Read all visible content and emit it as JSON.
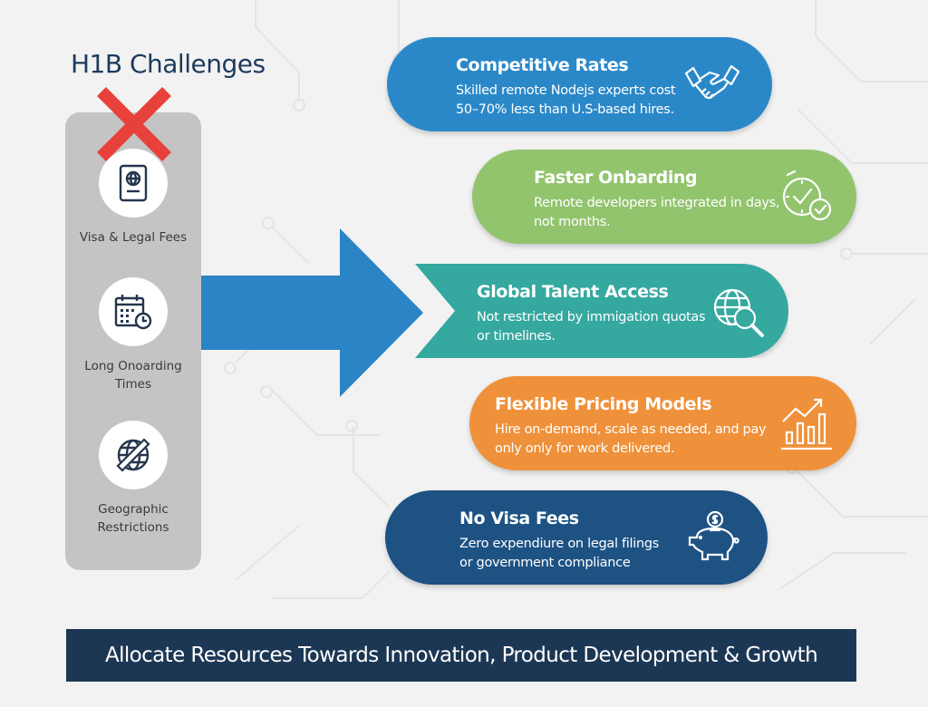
{
  "title": "H1B Challenges",
  "challenges": [
    {
      "label": "Visa & Legal Fees",
      "icon": "passport-icon"
    },
    {
      "label": "Long Onoarding Times",
      "icon": "calendar-clock-icon"
    },
    {
      "label": "Geographic Restrictions",
      "icon": "globe-crossed-icon"
    }
  ],
  "benefits": [
    {
      "title": "Competitive Rates",
      "line1": "Skilled remote Nodejs experts cost",
      "line2": "50–70% less than U.S-based hires.",
      "icon": "handshake-icon",
      "color": "#2b88c8"
    },
    {
      "title": "Faster Onbarding",
      "line1": "Remote developers integrated in days,",
      "line2": "not months.",
      "icon": "stopwatch-check-icon",
      "color": "#92c46e"
    },
    {
      "title": "Global Talent Access",
      "line1": "Not restricted by immigation quotas",
      "line2": "or timelines.",
      "icon": "globe-search-icon",
      "color": "#35a8a0"
    },
    {
      "title": "Flexible Pricing Models",
      "line1": "Hire on-demand, scale as needed, and pay",
      "line2": "only only for work delivered.",
      "icon": "growth-chart-icon",
      "color": "#ef913a"
    },
    {
      "title": "No Visa Fees",
      "line1": "Zero expendiure on legal filings",
      "line2": "or government compliance",
      "icon": "piggy-bank-icon",
      "color": "#1d5283"
    }
  ],
  "banner": "Allocate Resources Towards Innovation, Product Development & Growth",
  "colors": {
    "arrow": "#2a84c6",
    "x_mark": "#e8403a",
    "panel": "#c4c4c4",
    "banner": "#1c3754"
  }
}
